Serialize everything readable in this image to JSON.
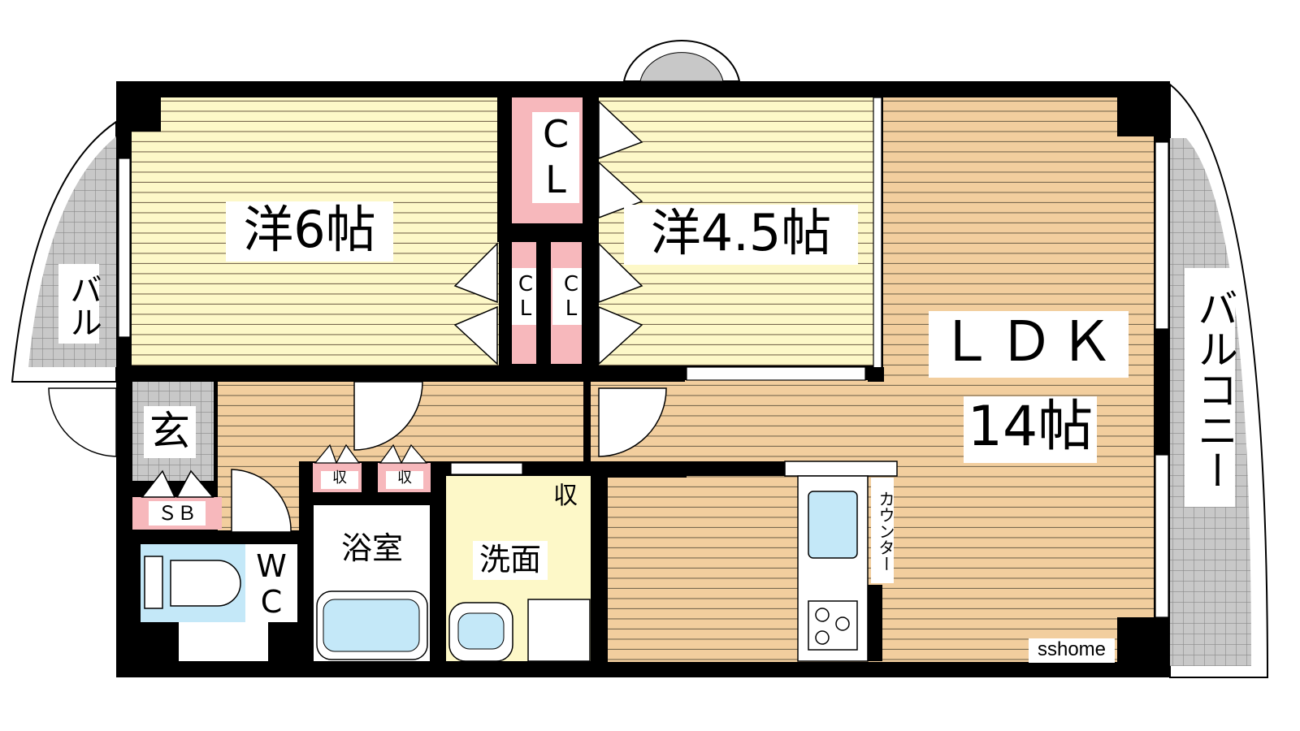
{
  "rooms": {
    "western_6": "洋6帖",
    "western_45": "洋4.5帖",
    "ldk": "ＬＤＫ",
    "ldk_size": "14帖",
    "entrance": "玄",
    "wc_w": "W",
    "wc_c": "C",
    "bath": "浴室",
    "washroom": "洗面"
  },
  "storage": {
    "closet_big_c": "C",
    "closet_big_l": "L",
    "closet_small_left": "CL",
    "closet_small_right": "CL",
    "shoe_box": "ＳＢ",
    "recess_left": "収",
    "recess_right": "収",
    "recess_wash": "収"
  },
  "balconies": {
    "left": "バル",
    "right": "バルコニー"
  },
  "counter": "カウンター",
  "watermark": "sshome",
  "colors": {
    "wall": "#000000",
    "western_floor": "#FDF8C8",
    "ldk_floor": "#F2CE9E",
    "closet": "#F7B8BC",
    "water": "#C4E8F8",
    "balcony": "#C8C8C8",
    "floor_line": "#6a5a40"
  }
}
